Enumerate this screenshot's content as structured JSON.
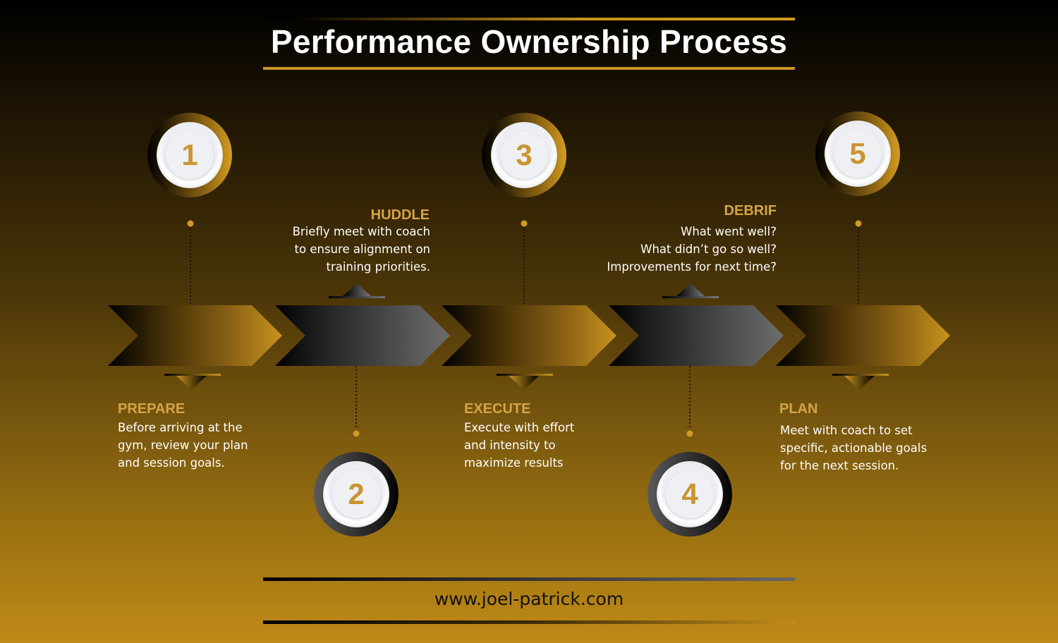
{
  "header": {
    "title": "Performance Ownership Process"
  },
  "steps": [
    {
      "number": "1",
      "title": "PREPARE",
      "description": "Before arriving at the\ngym, review your plan\nand session goals.",
      "arrow_style": "gold",
      "badge_style": "gold",
      "text_position": "below"
    },
    {
      "number": "2",
      "title": "HUDDLE",
      "description": "Briefly meet with  coach\nto  ensure alignment on\ntraining priorities.",
      "arrow_style": "gray",
      "badge_style": "dark",
      "text_position": "above"
    },
    {
      "number": "3",
      "title": "EXECUTE",
      "description": "Execute with effort\nand  intensity to\nmaximize results",
      "arrow_style": "gold",
      "badge_style": "gold",
      "text_position": "below"
    },
    {
      "number": "4",
      "title": "DEBRIF",
      "description": "What went well?\nWhat didn’t go so well?\nImprovements for next time?",
      "arrow_style": "gray",
      "badge_style": "dark",
      "text_position": "above"
    },
    {
      "number": "5",
      "title": "PLAN",
      "description": "Meet with coach to set\nspecific, actionable goals\nfor the next session.",
      "arrow_style": "gold",
      "badge_style": "gold",
      "text_position": "below"
    }
  ],
  "footer": {
    "url": "www.joel-patrick.com"
  },
  "colors": {
    "accent_gold": "#d4a447",
    "number_gold": "#c9952f",
    "background_top": "#000000",
    "background_bottom": "#c08a17"
  }
}
